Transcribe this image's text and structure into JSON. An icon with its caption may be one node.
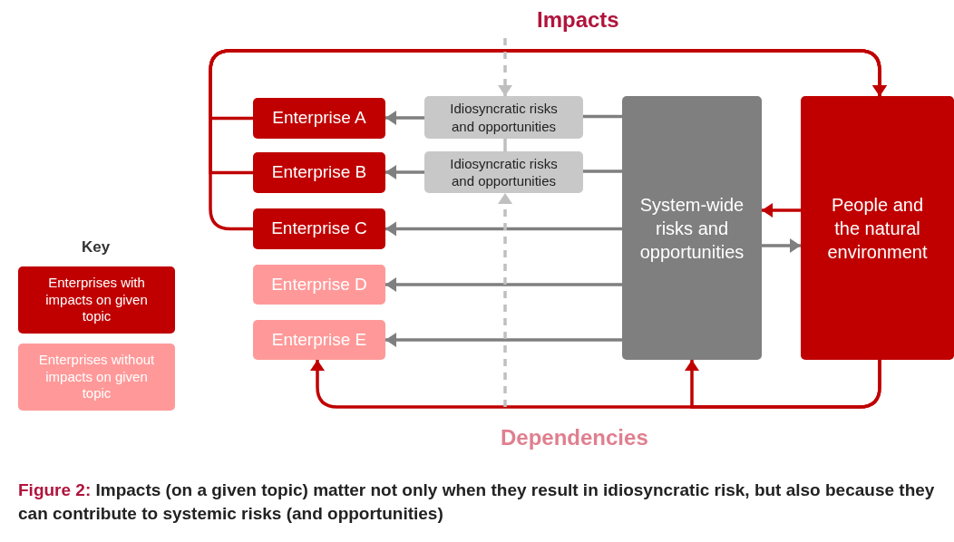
{
  "diagram": {
    "caption": "Figure 2: Impacts (on a given topic) matter not only when they result in idiosyncratic risk, but also because they can contribute to systemic risks (and opportunities)",
    "nodes": [
      {
        "text": [
          "Enterprise A"
        ]
      },
      {
        "text": [
          "Enterprise B"
        ]
      },
      {
        "text": [
          "Enterprise C"
        ]
      },
      {
        "text": [
          "Enterprise D"
        ]
      },
      {
        "text": [
          "Enterprise E"
        ]
      },
      {
        "text": [
          "Idiosyncratic risks and opportunities"
        ]
      },
      {
        "text": [
          "Idiosyncratic risks and opportunities"
        ]
      },
      {
        "text": [
          "System-wide risks and opportunities"
        ]
      },
      {
        "text": [
          "People and the natural environment"
        ]
      }
    ],
    "edges": [
      {
        "from": 0,
        "to": 8,
        "arrow": "to",
        "color": "#c00000"
      },
      {
        "from": 1,
        "to": 8,
        "arrow": "to",
        "color": "#c00000"
      },
      {
        "from": 2,
        "to": 8,
        "arrow": "to",
        "color": "#c00000"
      },
      {
        "from": 8,
        "to": 4,
        "arrow": "to",
        "color": "#c00000"
      },
      {
        "from": 8,
        "to": 7,
        "arrow": "to",
        "color": "#c00000"
      },
      {
        "from": 8,
        "to": 7,
        "arrow": "to",
        "color": "#c00000"
      },
      {
        "from": 7,
        "to": 8,
        "arrow": "to"
      },
      {
        "from": 7,
        "to": 5,
        "arrow": "none"
      },
      {
        "from": 5,
        "to": 0,
        "arrow": "to"
      },
      {
        "from": 7,
        "to": 6,
        "arrow": "none"
      },
      {
        "from": 6,
        "to": 1,
        "arrow": "to"
      },
      {
        "from": 7,
        "to": 2,
        "arrow": "to"
      },
      {
        "from": 7,
        "to": 3,
        "arrow": "to"
      },
      {
        "from": 7,
        "to": 4,
        "arrow": "to"
      },
      {
        "from": null,
        "to": 5,
        "arrow": "to",
        "style": "dashed",
        "color": "#bfbfbf"
      },
      {
        "from": null,
        "to": 6,
        "arrow": "to",
        "style": "dashed",
        "color": "#bfbfbf"
      },
      {
        "from": 5,
        "to": 6,
        "arrow": "none",
        "color": "#bfbfbf"
      }
    ],
    "labels": [
      "Impacts",
      "Key",
      "Dependencies"
    ],
    "legend": [
      {
        "text": "Enterprises with impacts on given topic",
        "color": "#c00000"
      },
      {
        "text": "Enterprises without impacts on given topic",
        "color": "#ff9999"
      }
    ]
  }
}
